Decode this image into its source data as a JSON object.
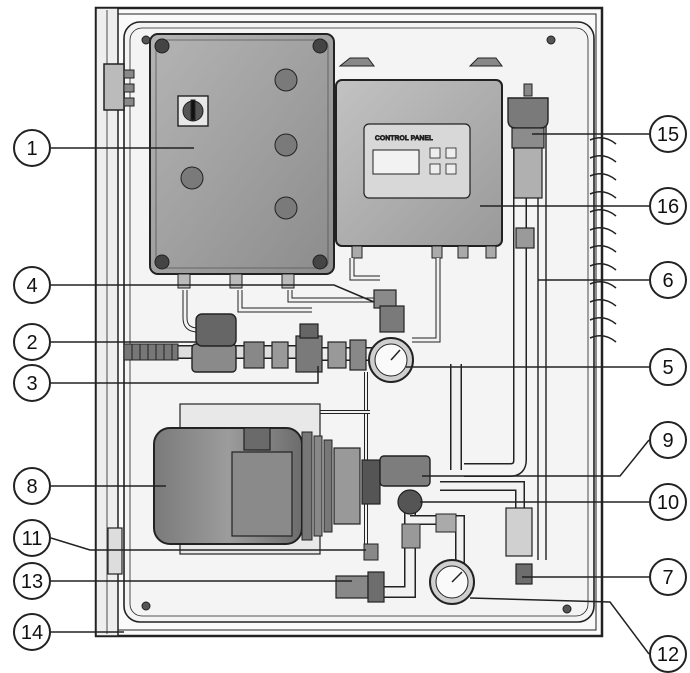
{
  "figure": {
    "control_panel_caption": "CONTROL PANEL",
    "icons": [
      "hinge-icon",
      "rotary-switch-icon",
      "gauge-icon",
      "valve-icon",
      "motor-icon"
    ]
  },
  "callouts": [
    {
      "id": 1,
      "label": "1"
    },
    {
      "id": 2,
      "label": "2"
    },
    {
      "id": 3,
      "label": "3"
    },
    {
      "id": 4,
      "label": "4"
    },
    {
      "id": 5,
      "label": "5"
    },
    {
      "id": 6,
      "label": "6"
    },
    {
      "id": 7,
      "label": "7"
    },
    {
      "id": 8,
      "label": "8"
    },
    {
      "id": 9,
      "label": "9"
    },
    {
      "id": 10,
      "label": "10"
    },
    {
      "id": 11,
      "label": "11"
    },
    {
      "id": 12,
      "label": "12"
    },
    {
      "id": 13,
      "label": "13"
    },
    {
      "id": 14,
      "label": "14"
    },
    {
      "id": 15,
      "label": "15"
    },
    {
      "id": 16,
      "label": "16"
    }
  ],
  "colors": {
    "line": "#222222",
    "body_gray": "#9a9a9a",
    "dark_gray": "#6e6e6e",
    "light_gray": "#dcdcdc",
    "cabinet_fill": "#f7f7f7"
  }
}
